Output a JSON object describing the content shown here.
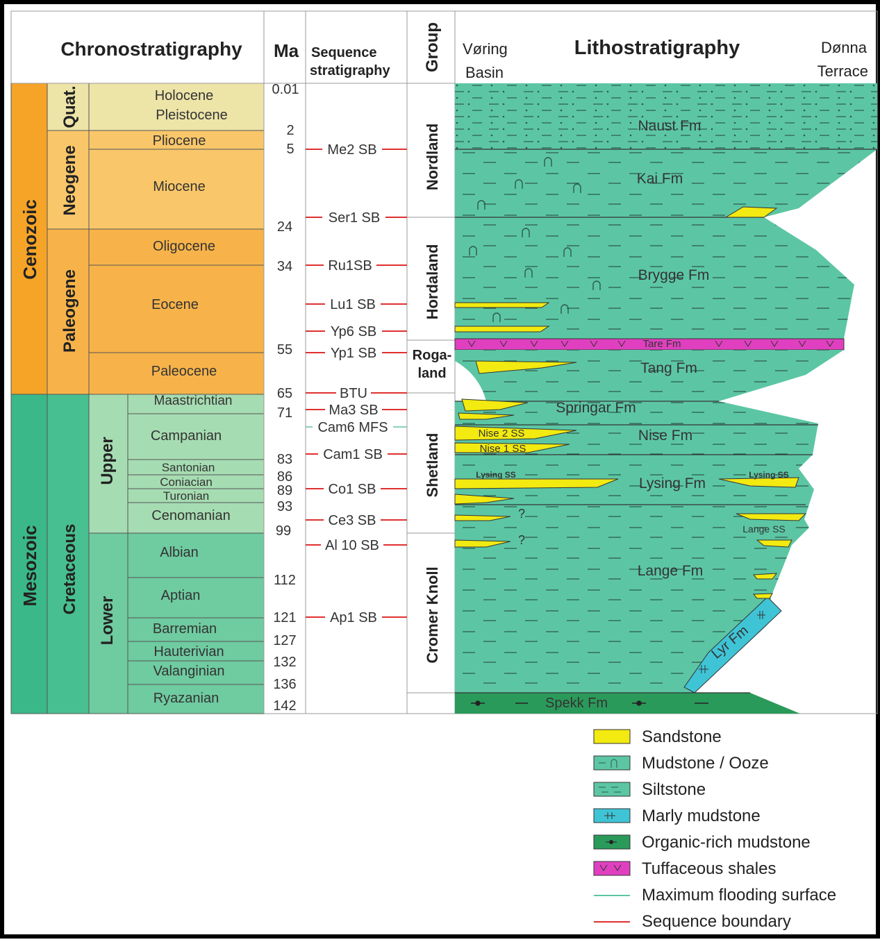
{
  "headers": {
    "chrono": "Chronostratigraphy",
    "ma": "Ma",
    "sequence_line1": "Sequence",
    "sequence_line2": "stratigraphy",
    "group": "Group",
    "litho": "Lithostratigraphy",
    "left_line1": "Vøring",
    "left_line2": "Basin",
    "right_line1": "Dønna",
    "right_line2": "Terrace"
  },
  "eras": [
    "Cenozoic",
    "Mesozoic"
  ],
  "periods": [
    "Quat.",
    "Neogene",
    "Paleogene",
    "Cretaceous"
  ],
  "subperiods": [
    "Upper",
    "Lower"
  ],
  "epochs": [
    "Holocene",
    "Pleistocene",
    "Pliocene",
    "Miocene",
    "Oligocene",
    "Eocene",
    "Paleocene"
  ],
  "stages": [
    "Maastrichtian",
    "Campanian",
    "Santonian",
    "Coniacian",
    "Turonian",
    "Cenomanian",
    "Albian",
    "Aptian",
    "Barremian",
    "Hauterivian",
    "Valanginian",
    "Ryazanian"
  ],
  "ages": [
    "0.01",
    "2",
    "5",
    "24",
    "34",
    "55",
    "65",
    "71",
    "83",
    "86",
    "89",
    "93",
    "99",
    "112",
    "121",
    "127",
    "132",
    "136",
    "142"
  ],
  "sequence_boundaries": [
    "Me2 SB",
    "Ser1 SB",
    "Ru1SB",
    "Lu1 SB",
    "Yp6 SB",
    "Yp1 SB",
    "BTU",
    "Ma3 SB",
    "Cam6 MFS",
    "Cam1 SB",
    "Co1 SB",
    "Ce3 SB",
    "Al 10 SB",
    "Ap1 SB"
  ],
  "groups": [
    "Nordland",
    "Hordaland",
    "Roga-",
    "land",
    "Shetland",
    "Cromer Knoll"
  ],
  "formations": [
    "Naust Fm",
    "Kai Fm",
    "Brygge Fm",
    "Tare Fm",
    "Tang Fm",
    "Springar Fm",
    "Nise Fm",
    "Lysing Fm",
    "Lange Fm",
    "Lyr Fm",
    "Spekk Fm"
  ],
  "sandstone_labels": [
    "Nise 2 SS",
    "Nise 1 SS",
    "Lysing SS",
    "Lysing SS",
    "Lange SS"
  ],
  "question_marks": [
    "?",
    "?"
  ],
  "legend": [
    {
      "label": "Sandstone",
      "color": "#f2ea10"
    },
    {
      "label": "Mudstone / Ooze",
      "color": "#5cc6a4"
    },
    {
      "label": "Siltstone",
      "color": "#5cc6a4"
    },
    {
      "label": "Marly mudstone",
      "color": "#3fc4d6"
    },
    {
      "label": "Organic-rich mudstone",
      "color": "#2a9a5a"
    },
    {
      "label": "Tuffaceous shales",
      "color": "#e040c0"
    },
    {
      "label": "Maximum flooding surface",
      "color": "#5cc6a4"
    },
    {
      "label": "Sequence boundary",
      "color": "#e03030"
    }
  ],
  "colors": {
    "cenozoic": "#f5a428",
    "paleogene_epoch": "#f7b34a",
    "neogene_epoch": "#f9c76a",
    "quaternary": "#ede4a8",
    "mesozoic": "#3ab889",
    "cretaceous": "#48bf90",
    "upper": "#a6dcb2",
    "lower": "#6fcba0",
    "mudstone": "#5cc6a4",
    "sandstone": "#f2ea10",
    "tuff": "#e040c0",
    "marly": "#3fc4d6",
    "organic": "#2a9a5a",
    "sequence_boundary": "#e03030"
  }
}
